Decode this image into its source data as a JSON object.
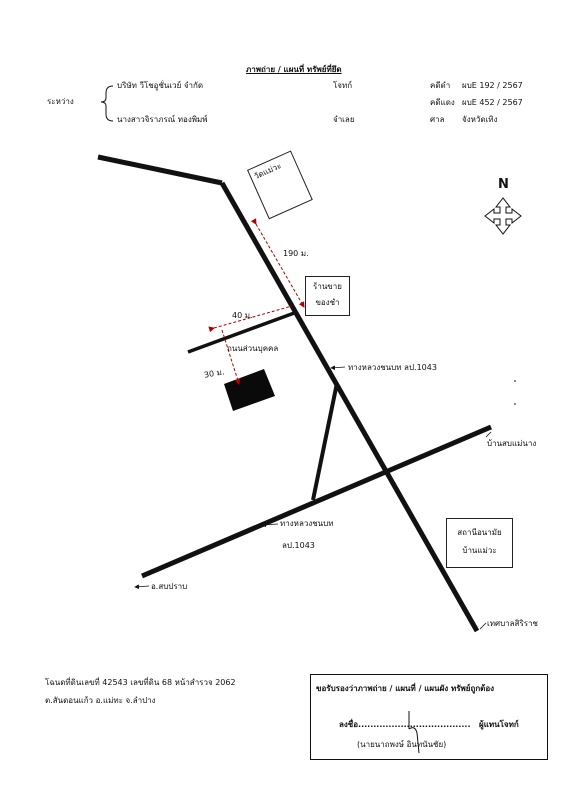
{
  "header": {
    "title": "ภาพถ่าย / แผนที่ ทรัพย์ที่ยึด",
    "between_label": "ระหว่าง",
    "plaintiff_name": "บริษัท วีโชอูชั่นเวย์ จำกัด",
    "plaintiff_role": "โจทก์",
    "defendant_name": "นางสาวจิราภรณ์ ทองพิมพ์",
    "defendant_role": "จำเลย",
    "black_case_label": "คดีดำ",
    "black_case_no": "ผบE 192 / 2567",
    "red_case_label": "คดีแดง",
    "red_case_no": "ผบE 452 / 2567",
    "court_label": "ศาล",
    "court_name": "จังหวัดเทิง"
  },
  "map": {
    "north": "N",
    "temple": "วัดแม่วะ",
    "distance_190": "190 ม.",
    "shop": [
      "ร้านขาย",
      "ของชำ"
    ],
    "distance_40": "40 ม.",
    "private_road": "ถนนส่วนบุคคล",
    "side_distance": "30 ม.",
    "highway_1043": "ทางหลวงชนบท ลป.1043",
    "ban_sop_mae_nang": "บ้านสบแม่นาง",
    "highway_lower": [
      "ทางหลวงชนบท",
      "ลป.1043"
    ],
    "health_center": [
      "สถานีอนามัย",
      "บ้านแม่วะ"
    ],
    "sop_prap": "อ.สบปราบ",
    "sirirat": "เทศบาลสิริราช"
  },
  "footer": {
    "deed_line": "โฉนดที่ดินเลขที่ 42543 เลขที่ดิน 68 หน้าสำรวจ 2062",
    "location_line": "ต.สันดอนแก้ว อ.แม่ทะ จ.ลำปาง",
    "certify": "ขอรับรองว่าภาพถ่าย / แผนที่ / แผนผัง ทรัพย์ถูกต้อง",
    "sign_label": "ลงชื่อ.....................................",
    "sign_role": "ผู้แทนโจทก์",
    "signer_name": "(นายนาถพงษ์ อินทนันชัย)"
  }
}
